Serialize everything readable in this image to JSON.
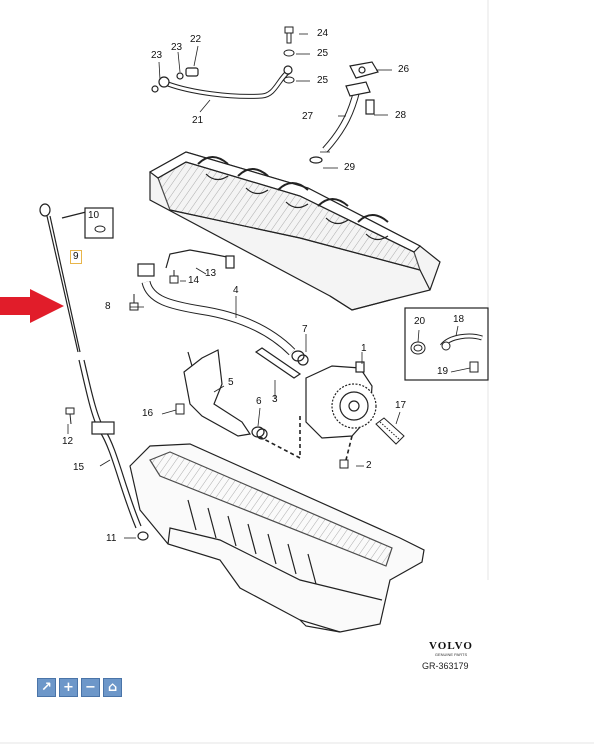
{
  "brand": {
    "name": "VOLVO",
    "subtitle": "GENUINE PARTS"
  },
  "reference": "GR-363179",
  "callouts": [
    "1",
    "2",
    "3",
    "4",
    "5",
    "6",
    "7",
    "8",
    "9",
    "10",
    "11",
    "12",
    "13",
    "14",
    "15",
    "16",
    "17",
    "18",
    "19",
    "20",
    "21",
    "22",
    "23",
    "23",
    "24",
    "25",
    "25",
    "26",
    "27",
    "28",
    "29"
  ],
  "toolbar": {
    "icons": [
      "pointer-icon",
      "zoom-in-icon",
      "zoom-out-icon",
      "home-icon"
    ],
    "glyphs": [
      "↗",
      "+",
      "−",
      "⌂"
    ]
  },
  "colors": {
    "arrow": "#e11d2a",
    "toolbar": "#6d97c9",
    "highlight": "#e8b54a",
    "line": "#222222"
  }
}
